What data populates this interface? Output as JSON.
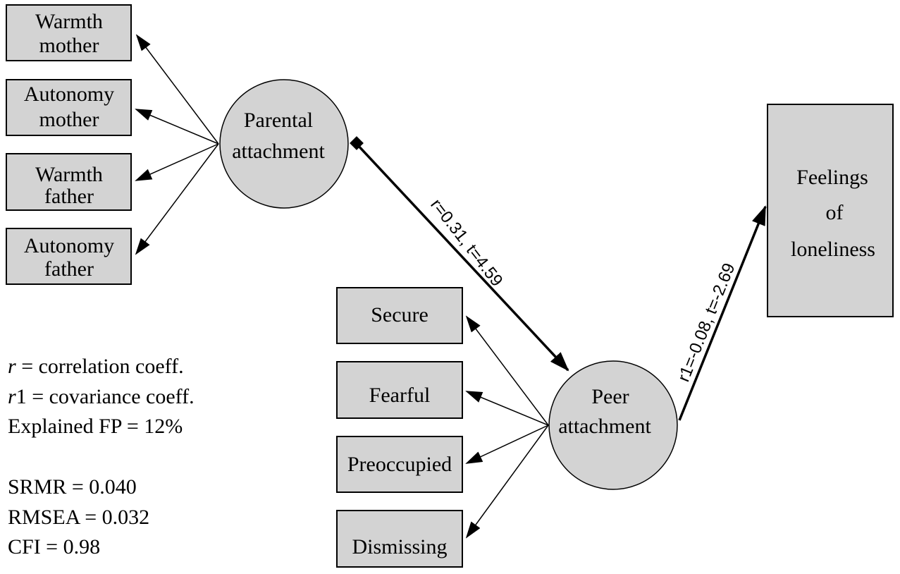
{
  "nodes": {
    "warmth_mother": {
      "line1": "Warmth",
      "line2": "mother"
    },
    "autonomy_mother": {
      "line1": "Autonomy",
      "line2": "mother"
    },
    "warmth_father": {
      "line1": "Warmth",
      "line2": "father"
    },
    "autonomy_father": {
      "line1": "Autonomy",
      "line2": "father"
    },
    "parental": {
      "line1": "Parental",
      "line2": "attachment"
    },
    "peer": {
      "line1": "Peer",
      "line2": "attachment"
    },
    "feelings": {
      "line1": "Feelings",
      "line2": "of",
      "line3": "loneliness"
    },
    "secure": {
      "label": "Secure"
    },
    "fearful": {
      "label": "Fearful"
    },
    "preoccupied": {
      "label": "Preoccupied"
    },
    "dismissing": {
      "label": "Dismissing"
    }
  },
  "edges": {
    "parental_peer": "r=0.31, t=4.59",
    "peer_feelings": "r1=-0.08, t=-2.69"
  },
  "legend": {
    "r_symbol": "r",
    "r_text": " = correlation coeff.",
    "r1_symbol": "r",
    "r1_text": "1 = covariance coeff.",
    "explained": "Explained FP = 12%",
    "srmr": "SRMR = 0.040",
    "rmsea": "RMSEA = 0.032",
    "cfi": "CFI = 0.98"
  }
}
